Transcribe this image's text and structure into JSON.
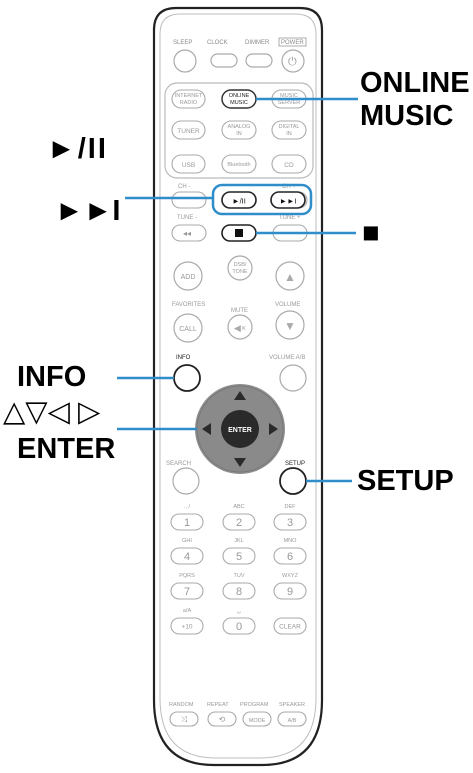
{
  "callouts": {
    "online_music_1": "ONLINE",
    "online_music_2": "MUSIC",
    "play_pause": "►/II",
    "skip": "►►I",
    "stop": "■",
    "info": "INFO",
    "cursor": "△▽◁ ▷",
    "enter": "ENTER",
    "setup": "SETUP"
  },
  "remote": {
    "top_labels": [
      "SLEEP",
      "CLOCK",
      "DIMMER",
      "POWER"
    ],
    "source_buttons": [
      "INTERNET RADIO",
      "ONLINE MUSIC",
      "MUSIC SERVER",
      "TUNER",
      "ANALOG IN",
      "DIGITAL IN",
      "USB",
      "Bluetooth",
      "CD"
    ],
    "ch_minus": "CH -",
    "ch_plus": "CH +",
    "tune_minus": "TUNE -",
    "tune_plus": "TUNE +",
    "add": "ADD",
    "dsb_tone": "DSB/ TONE",
    "favorites": "FAVORITES",
    "mute": "MUTE",
    "volume": "VOLUME",
    "call": "CALL",
    "info": "INFO",
    "volume_ab": "VOLUME A/B",
    "enter": "ENTER",
    "search": "SEARCH",
    "setup": "SETUP",
    "key_letters": [
      "., /",
      "ABC",
      "DEF",
      "GHI",
      "JKL",
      "MNO",
      "PQRS",
      "TUV",
      "WXYZ",
      "a/A",
      "␣ "
    ],
    "keys": [
      "1",
      "2",
      "3",
      "4",
      "5",
      "6",
      "7",
      "8",
      "9",
      "+10",
      "0",
      "CLEAR"
    ],
    "bottom_labels": [
      "RANDOM",
      "REPEAT",
      "PROGRAM",
      "SPEAKER"
    ],
    "mode": "MODE",
    "ab": "A/B"
  },
  "colors": {
    "highlight": "#2f8dc9",
    "dark": "#2a2a2a",
    "gray": "#9a9a9a"
  }
}
